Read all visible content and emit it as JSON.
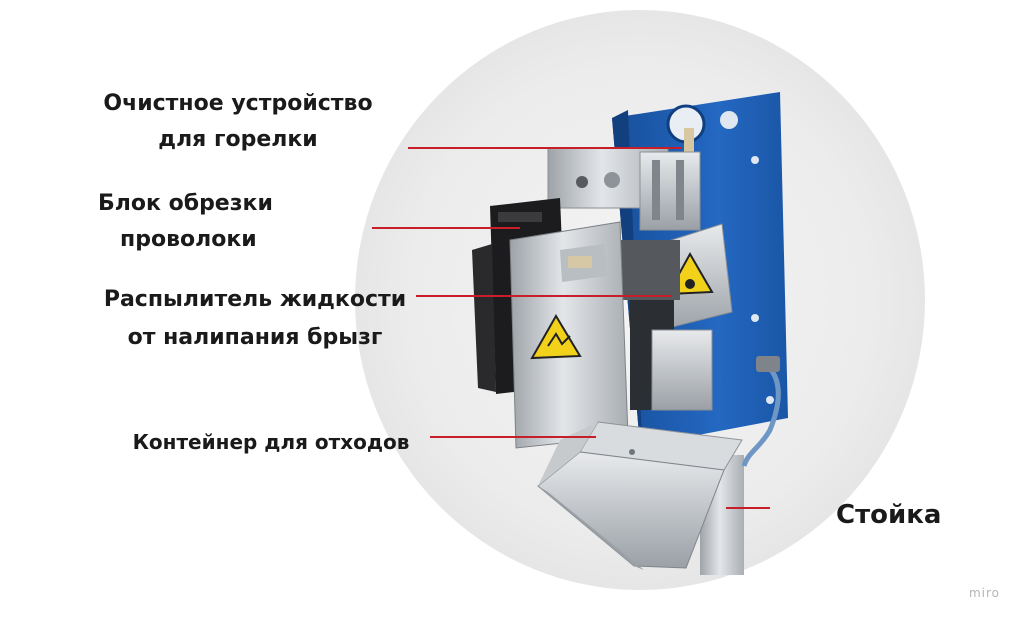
{
  "labels": {
    "cleaner": [
      "Очистное устройство",
      "для горелки"
    ],
    "cutter": [
      "Блок обрезки",
      "проволоки"
    ],
    "sprayer": [
      "Распылитель жидкости",
      "от налипания брызг"
    ],
    "container": "Контейнер для отходов",
    "stand": "Стойка"
  },
  "watermark": "miro",
  "colors": {
    "leader_line": "#c81e2a",
    "machine_body": "#1f5fb3",
    "steel": "#c9cdd2",
    "warning_sign": "#f2d11b"
  }
}
